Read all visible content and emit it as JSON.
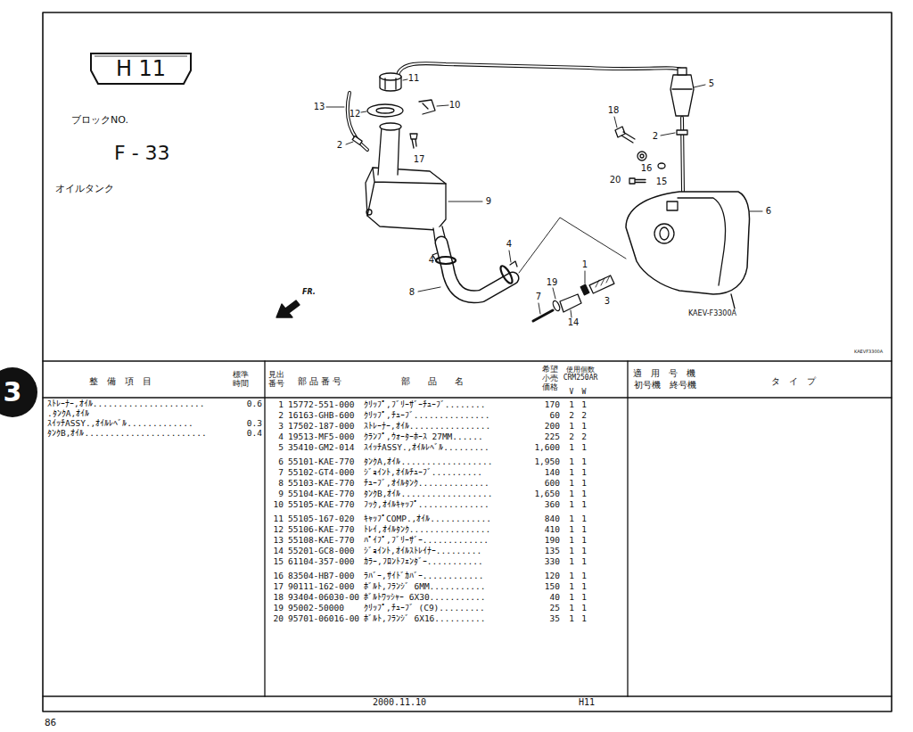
{
  "diagram": {
    "nodes": [
      {
        "text": [
          "H 11"
        ]
      },
      {
        "text": [
          "3"
        ]
      }
    ],
    "labels": [
      "ブロックNO.",
      "F - 33",
      "オイルタンク",
      "11",
      "12",
      "13",
      "10",
      "2",
      "17",
      "9",
      "4",
      "8",
      "4",
      "7",
      "19",
      "1",
      "3",
      "14",
      "18",
      "2",
      "16",
      "15",
      "20",
      "6",
      "5",
      "FR.",
      "KAEV-F3300A",
      "KAEVF3300A",
      "整　備　項　目",
      "標準 時間",
      "見出 番号",
      "部 品 番 号",
      "部　　品　　名",
      "希望 小売 価格",
      "使用個数 CRM250AR",
      "V",
      "W",
      "適　用　号　機",
      "初号機",
      "終号機",
      "タ　イ　プ",
      "ｽﾄﾚｰﾅｰ,ｵｲﾙ......................",
      "0.6",
      ".ﾀﾝｸA,ｵｲﾙ",
      "ｽｲｯﾁASSY.,ｵｲﾙﾚﾍﾞﾙ.............",
      "0.3",
      "ﾀﾝｸB,ｵｲﾙ........................",
      "0.4",
      "1",
      "15772-551-000",
      "ｸﾘｯﾌﾟ,ﾌﾞﾘｰｻﾞｰﾁｭｰﾌﾞ........",
      "170",
      "1",
      "1",
      "2",
      "16163-GHB-600",
      "ｸﾘｯﾌﾟ,ﾁｭｰﾌﾞ...............",
      "60",
      "2",
      "2",
      "3",
      "17502-187-000",
      "ｽﾄﾚｰﾅｰ,ｵｲﾙ................",
      "200",
      "1",
      "1",
      "4",
      "19513-MF5-000",
      "ｸﾗﾝﾌﾟ,ｳｫｰﾀｰﾎｰｽ 27MM......",
      "225",
      "2",
      "2",
      "5",
      "35410-GM2-014",
      "ｽｲｯﾁASSY.,ｵｲﾙﾚﾍﾞﾙ.........",
      "1,600",
      "1",
      "1",
      "6",
      "55101-KAE-770",
      "ﾀﾝｸA,ｵｲﾙ..................",
      "1,950",
      "1",
      "1",
      "7",
      "55102-GT4-000",
      "ｼﾞｮｲﾝﾄ,ｵｲﾙﾁｭｰﾌﾞ..........",
      "140",
      "1",
      "1",
      "8",
      "55103-KAE-770",
      "ﾁｭｰﾌﾞ,ｵｲﾙﾀﾝｸ..............",
      "600",
      "1",
      "1",
      "9",
      "55104-KAE-770",
      "ﾀﾝｸB,ｵｲﾙ..................",
      "1,650",
      "1",
      "1",
      "10",
      "55105-KAE-770",
      "ﾌｯｸ,ｵｲﾙｷｬｯﾌﾟ..............",
      "360",
      "1",
      "1",
      "11",
      "55105-167-020",
      "ｷｬｯﾌﾟCOMP.,ｵｲﾙ............",
      "840",
      "1",
      "1",
      "12",
      "55106-KAE-770",
      "ﾄﾚｲ,ｵｲﾙﾀﾝｸ................",
      "410",
      "1",
      "1",
      "13",
      "55108-KAE-770",
      "ﾊﾟｲﾌﾟ,ﾌﾞﾘｰｻﾞｰ.............",
      "190",
      "1",
      "1",
      "14",
      "55201-GC8-000",
      "ｼﾞｮｲﾝﾄ,ｵｲﾙｽﾄﾚｲﾅｰ.........",
      "135",
      "1",
      "1",
      "15",
      "61104-357-000",
      "ｶﾗｰ,ﾌﾛﾝﾄﾌｪﾝﾀﾞｰ...........",
      "330",
      "1",
      "1",
      "16",
      "83504-HB7-000",
      "ﾗﾊﾞｰ,ｻｲﾄﾞｶﾊﾞｰ............",
      "120",
      "1",
      "1",
      "17",
      "90111-162-000",
      "ﾎﾞﾙﾄ,ﾌﾗﾝｼﾞ 6MM...........",
      "150",
      "1",
      "1",
      "18",
      "93404-06030-00",
      "ﾎﾞﾙﾄﾜｯｼｬｰ 6X30...........",
      "40",
      "1",
      "1",
      "19",
      "95002-50000",
      "ｸﾘｯﾌﾟ,ﾁｭｰﾌﾞ (C9).........",
      "25",
      "1",
      "1",
      "20",
      "95701-06016-00",
      "ﾎﾞﾙﾄ,ﾌﾗﾝｼﾞ 6X16..........",
      "35",
      "1",
      "1",
      "2000.11.10",
      "H11",
      "86"
    ]
  }
}
